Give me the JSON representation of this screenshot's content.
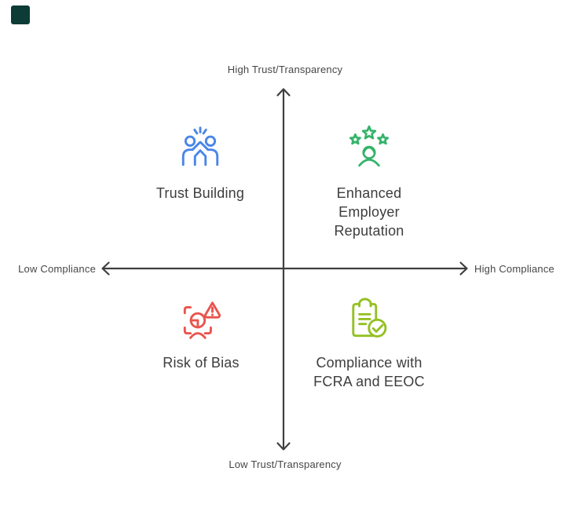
{
  "page": {
    "background": "#ffffff"
  },
  "corner_mark": {
    "color": "#0d3b36"
  },
  "axes": {
    "line_color": "#3f3f3f",
    "top_label": "High Trust/Transparency",
    "bottom_label": "Low Trust/Transparency",
    "left_label": "Low Compliance",
    "right_label": "High Compliance"
  },
  "quadrants": {
    "top_left": {
      "label": "Trust Building",
      "icon": "high-five-icon",
      "color": "#4a86e8"
    },
    "top_right": {
      "label": "Enhanced\nEmployer\nReputation",
      "icon": "reputation-stars-icon",
      "color": "#35b36a"
    },
    "bottom_left": {
      "label": "Risk of Bias",
      "icon": "face-scan-warning-icon",
      "color": "#e9544d"
    },
    "bottom_right": {
      "label": "Compliance with\nFCRA and EEOC",
      "icon": "clipboard-check-icon",
      "color": "#94c024"
    }
  }
}
